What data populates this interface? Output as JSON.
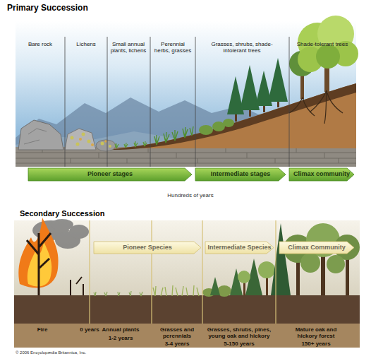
{
  "diagram": {
    "nodes": [
      {
        "text": [
          "Primary Succession"
        ]
      },
      {
        "text": [
          "Pioneer stages"
        ],
        "in": 0
      },
      {
        "text": [
          "Intermediate stages"
        ],
        "in": 0
      },
      {
        "text": [
          "Climax community"
        ],
        "in": 0
      },
      {
        "text": [
          "Secondary Succession"
        ]
      },
      {
        "text": [
          "Pioneer Species"
        ],
        "in": 4
      },
      {
        "text": [
          "Intermediate Species"
        ],
        "in": 4
      },
      {
        "text": [
          "Climax Community"
        ],
        "in": 4
      }
    ],
    "labels": [
      "Bare rock",
      "Lichens",
      "Small annual plants, lichens",
      "Perennial herbs, grasses",
      "Grasses, shrubs, shade-intolerant trees",
      "Shade-tolerant trees",
      "Hundreds of years",
      "Fire",
      "0 years",
      "Annual plants",
      "1-2 years",
      "Grasses and perennials",
      "3-4 years",
      "Grasses, shrubs, pines, young oak and hickory",
      "5-150 years",
      "Mature oak and hickory forest",
      "150+ years",
      "© 2006 Encyclopædia Britannica, Inc."
    ]
  }
}
